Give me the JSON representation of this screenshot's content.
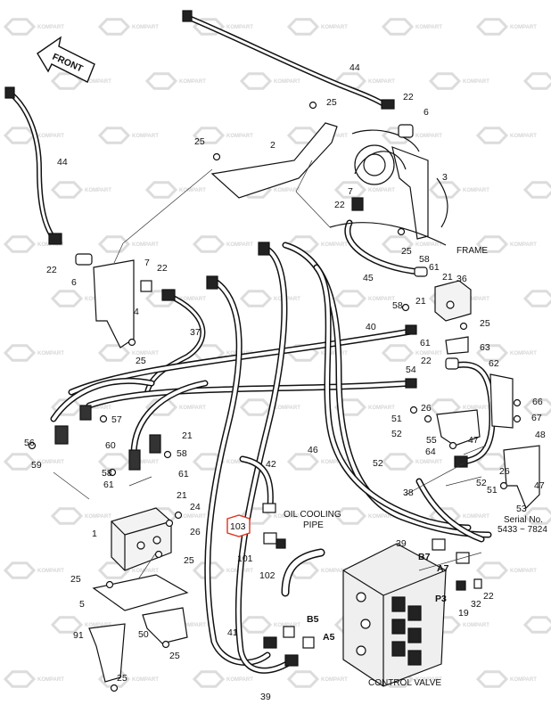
{
  "diagram": {
    "front_label": "FRONT",
    "frame_label": "FRAME",
    "oil_cooling_pipe": [
      "OIL COOLING",
      "PIPE"
    ],
    "control_valve": "CONTROL VALVE",
    "serial": [
      "Serial No.",
      "5433 ~ 7824"
    ],
    "highlight_part": "103",
    "watermark": "KOMPART",
    "ports": [
      "B7",
      "A7",
      "P3",
      "B5",
      "A5"
    ],
    "part_numbers": [
      "1",
      "2",
      "3",
      "4",
      "5",
      "6",
      "7",
      "19",
      "21",
      "22",
      "24",
      "25",
      "26",
      "32",
      "36",
      "37",
      "38",
      "39",
      "40",
      "41",
      "42",
      "44",
      "45",
      "46",
      "47",
      "48",
      "50",
      "51",
      "52",
      "53",
      "54",
      "55",
      "56",
      "57",
      "58",
      "59",
      "60",
      "61",
      "62",
      "63",
      "64",
      "66",
      "67",
      "91",
      "101",
      "102",
      "103"
    ]
  }
}
